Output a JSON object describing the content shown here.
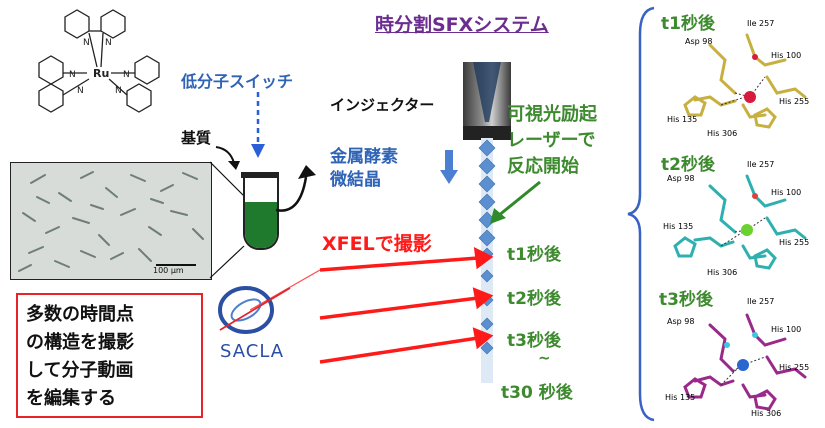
{
  "title": "時分割SFXシステム",
  "ru_complex": {
    "center": "Ru",
    "n_labels": [
      "N",
      "N",
      "N",
      "N",
      "N",
      "N"
    ]
  },
  "switch_label": "低分子スイッチ",
  "substrate_label": "基質",
  "injector_label": "インジェクター",
  "crystal_label": [
    "金属酵素",
    "微結晶"
  ],
  "laser_label": [
    "可視光励起",
    "レーザーで",
    "反応開始"
  ],
  "xfel_label": "XFELで撮影",
  "micrograph": {
    "scale": "100 µm"
  },
  "sacla_label": "SACLA",
  "time_points": [
    "t1秒後",
    "t2秒後",
    "t3秒後",
    "~",
    "t30 秒後"
  ],
  "note_box": [
    "多数の時間点",
    "の構造を撮影",
    "して分子動画",
    "を編集する"
  ],
  "structures": [
    {
      "label": "t1秒後",
      "residues": [
        "Ile 257",
        "Asp 98",
        "His 100",
        "His 255",
        "His 135",
        "His 306"
      ],
      "atom_color": "#d81b3c",
      "stick_color": "#c8b040"
    },
    {
      "label": "t2秒後",
      "residues": [
        "Ile 257",
        "Asp 98",
        "His 100",
        "His 255",
        "His 135",
        "His 306"
      ],
      "atom_color": "#6ad12e",
      "stick_color": "#2fb0b0"
    },
    {
      "label": "t3秒後",
      "residues": [
        "Ile 257",
        "Asp 98",
        "His 100",
        "His 255",
        "His 135",
        "His 306"
      ],
      "atom_color": "#2a66d0",
      "stick_color": "#9a2a8a"
    }
  ]
}
